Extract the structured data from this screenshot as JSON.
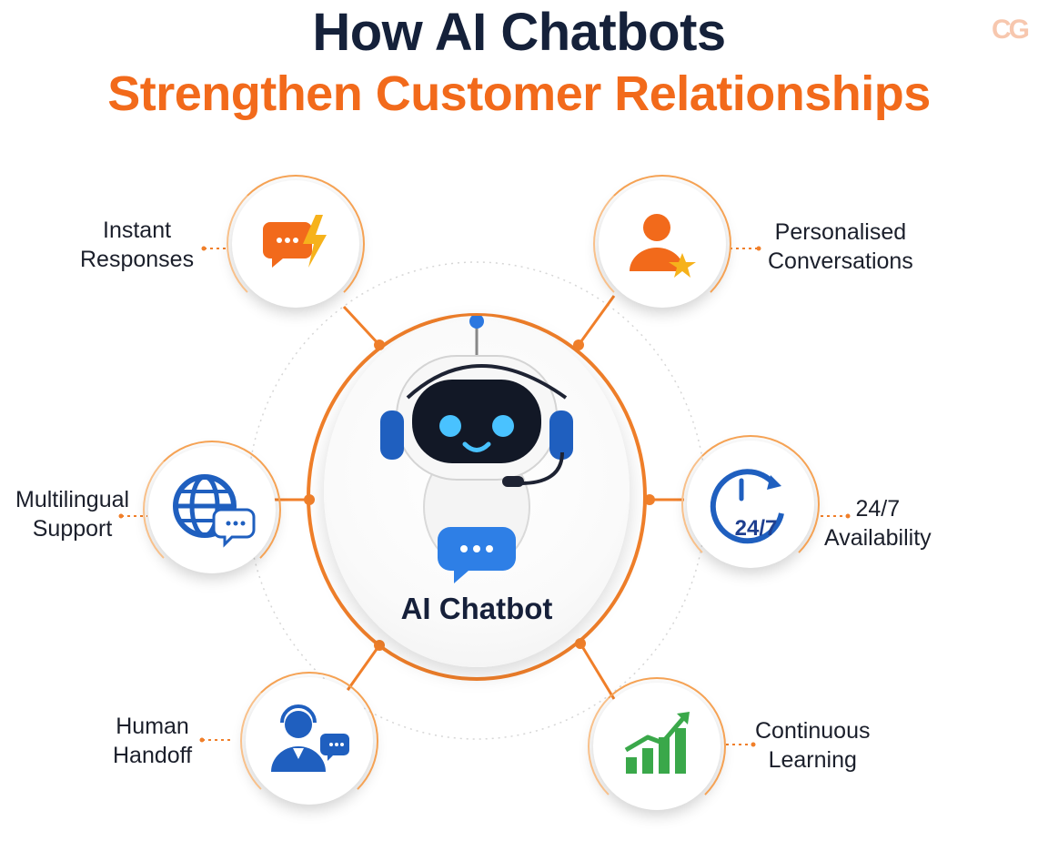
{
  "title": {
    "line1": "How AI Chatbots",
    "line2": "Strengthen Customer Relationships"
  },
  "logo": "CG",
  "center": {
    "label": "AI Chatbot"
  },
  "nodes": {
    "instant": {
      "line1": "Instant",
      "line2": "Responses",
      "icon": "chat-bolt-icon"
    },
    "personalised": {
      "line1": "Personalised",
      "line2": "Conversations",
      "icon": "user-star-icon"
    },
    "multilingual": {
      "line1": "Multilingual",
      "line2": "Support",
      "icon": "globe-chat-icon"
    },
    "availability": {
      "line1": "24/7",
      "line2": "Availability",
      "icon": "clock-24-7-icon",
      "badge": "24/7"
    },
    "handoff": {
      "line1": "Human",
      "line2": "Handoff",
      "icon": "headset-agent-icon"
    },
    "learning": {
      "line1": "Continuous",
      "line2": "Learning",
      "icon": "growth-chart-icon"
    }
  },
  "colors": {
    "accent": "#f26a1b",
    "navy": "#15213a",
    "blue": "#1f5fbf",
    "green": "#3aa84a"
  }
}
